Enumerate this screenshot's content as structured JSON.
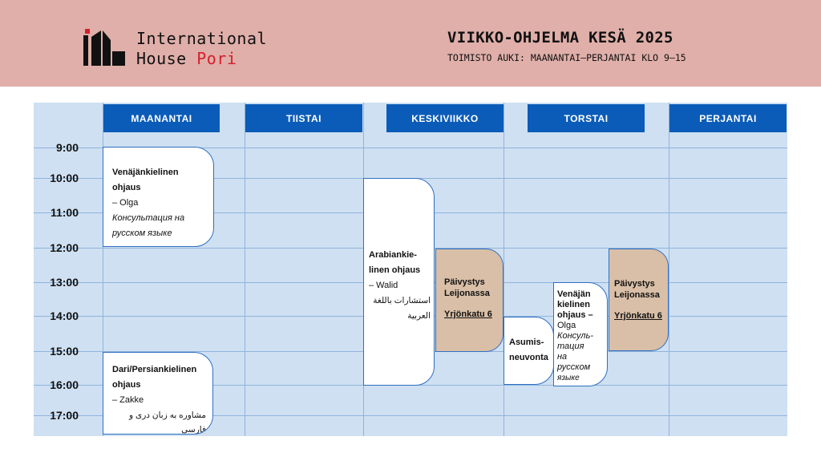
{
  "header": {
    "logo_line1": "International",
    "logo_line2_word1": "House",
    "logo_line2_word2": "Pori",
    "title": "VIIKKO-OHJELMA KESÄ 2025",
    "subtitle": "TOIMISTO AUKI: MAANANTAI–PERJANTAI KLO 9–15"
  },
  "days": [
    "MAANANTAI",
    "TIISTAI",
    "KESKIVIIKKO",
    "TORSTAI",
    "PERJANTAI"
  ],
  "times": [
    "9:00",
    "10:00",
    "11:00",
    "12:00",
    "13:00",
    "14:00",
    "15:00",
    "16:00",
    "17:00"
  ],
  "events": {
    "russian_mon": {
      "title": "Venäjänkielinen ohjaus",
      "dash_name": "– Olga",
      "native_line1": "Консультация на",
      "native_line2": "русском языке"
    },
    "dari_mon": {
      "title": "Dari/Persiankielinen ohjaus",
      "dash_name": "– Zakke",
      "native": "مشاوره به زبان دری و فارسی"
    },
    "arabic_wed": {
      "title_line1": "Arabiankie-",
      "title_line2": "linen ohjaus",
      "dash_name": "– Walid",
      "native": "استشارات باللغة العربية"
    },
    "leijona_wed": {
      "line1": "Päivystys",
      "line2": "Leijonassa",
      "address": "Yrjönkatu 6"
    },
    "asumis_thu": {
      "line1": "Asumis-",
      "line2": "neuvonta"
    },
    "russian_thu": {
      "line1": "Venäjän",
      "line2": "kielinen",
      "line3": "ohjaus –",
      "name": "Olga",
      "native_line1": "Консуль-",
      "native_line2": "тация",
      "native_line3": "на",
      "native_line4": "русском",
      "native_line5": "языке"
    },
    "leijona_thu": {
      "line1": "Päivystys",
      "line2": "Leijonassa",
      "address": "Yrjönkatu 6"
    }
  },
  "colors": {
    "header_bg": "#e0afa9",
    "grid_bg": "#cfe0f2",
    "day_header_bg": "#0b5cb8",
    "accent_red": "#d21f2c",
    "tan_card": "#d9bfa7"
  }
}
